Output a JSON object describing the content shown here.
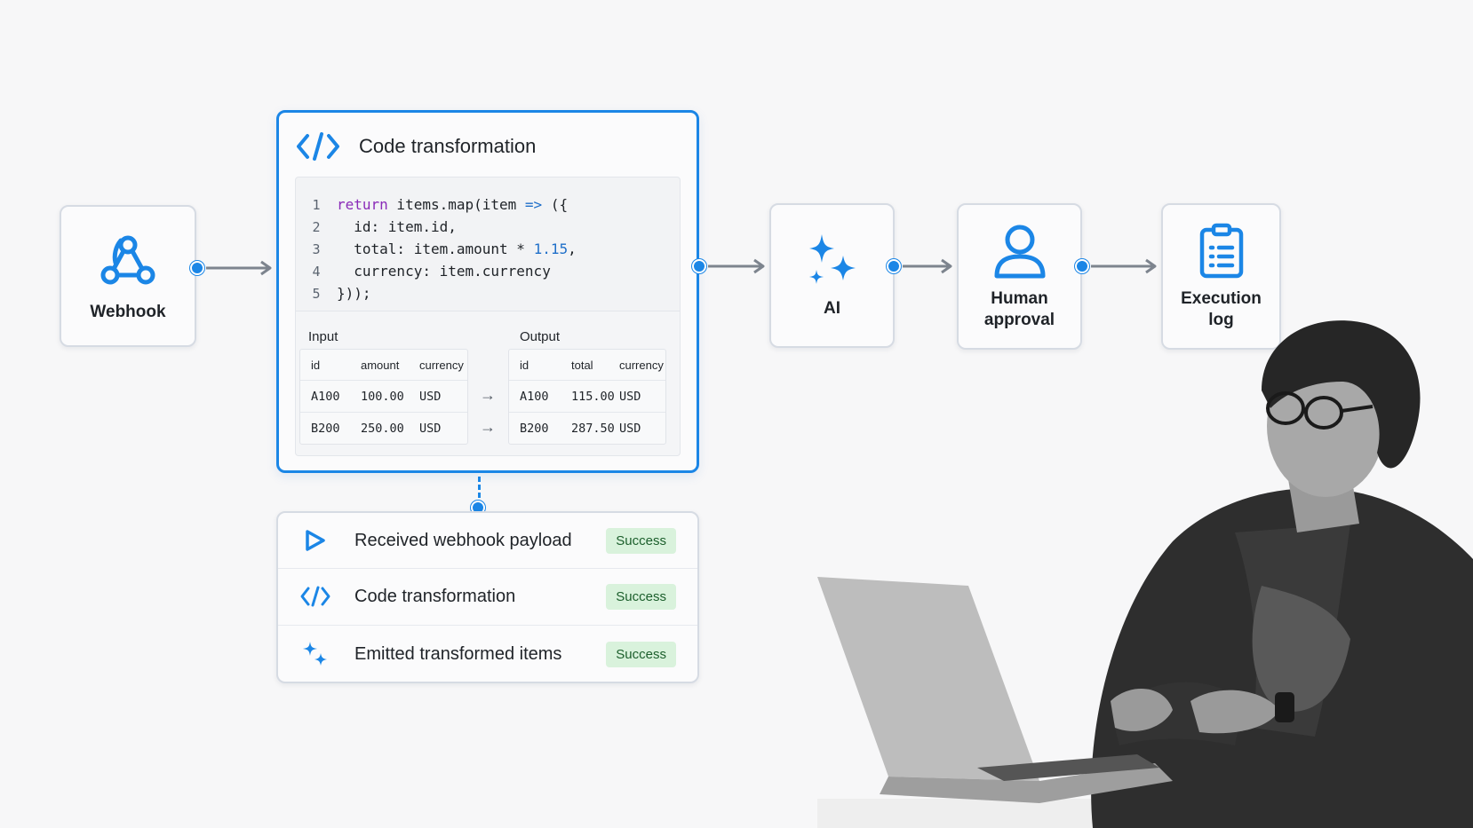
{
  "nodes": {
    "webhook": {
      "label": "Webhook",
      "icon": "webhook-icon"
    },
    "ai": {
      "label": "AI",
      "icon": "sparkles-icon"
    },
    "human_approval": {
      "label": "Human\napproval",
      "icon": "user-icon"
    },
    "execution_log": {
      "label": "Execution\nlog",
      "icon": "clipboard-list-icon"
    }
  },
  "code_card": {
    "title": "Code transformation",
    "icon": "code-icon",
    "lines": [
      {
        "n": "1",
        "parts": [
          [
            "kw",
            "return"
          ],
          [
            "fn",
            " items.map(item "
          ],
          [
            "op",
            "=>"
          ],
          [
            "fn",
            " ({"
          ]
        ]
      },
      {
        "n": "2",
        "parts": [
          [
            "fn",
            "  id: item.id,"
          ]
        ]
      },
      {
        "n": "3",
        "parts": [
          [
            "fn",
            "  total: item.amount * "
          ],
          [
            "num",
            "1.15"
          ],
          [
            "fn",
            ","
          ]
        ]
      },
      {
        "n": "4",
        "parts": [
          [
            "fn",
            "  currency: item.currency"
          ]
        ]
      },
      {
        "n": "5",
        "parts": [
          [
            "fn",
            "}));"
          ]
        ]
      }
    ],
    "input": {
      "title": "Input",
      "columns": [
        "id",
        "amount",
        "currency"
      ],
      "rows": [
        [
          "A100",
          "100.00",
          "USD"
        ],
        [
          "B200",
          "250.00",
          "USD"
        ]
      ]
    },
    "output": {
      "title": "Output",
      "columns": [
        "id",
        "total",
        "currency"
      ],
      "rows": [
        [
          "A100",
          "115.00",
          "USD"
        ],
        [
          "B200",
          "287.50",
          "USD"
        ]
      ]
    },
    "row_arrow": "→"
  },
  "log": {
    "items": [
      {
        "icon": "play-icon",
        "text": "Received webhook payload",
        "status": "Success"
      },
      {
        "icon": "code-icon",
        "text": "Code transformation",
        "status": "Success"
      },
      {
        "icon": "sparkles-icon",
        "text": "Emitted transformed items",
        "status": "Success"
      }
    ]
  },
  "colors": {
    "accent": "#1b86e6",
    "success_bg": "#d9f2dc",
    "success_text": "#1c5f2c",
    "arrow": "#7d848e"
  }
}
